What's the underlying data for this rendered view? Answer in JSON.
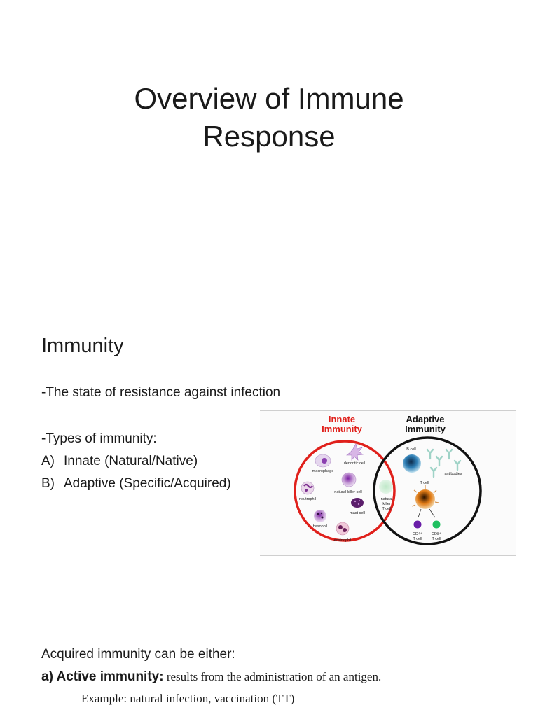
{
  "title": {
    "line1": "Overview of Immune",
    "line2": "Response"
  },
  "section": {
    "heading": "Immunity",
    "definition": "-The state of resistance against infection",
    "types_label": "-Types of immunity:",
    "types": [
      {
        "marker": "A)",
        "text": "Innate (Natural/Native)"
      },
      {
        "marker": "B)",
        "text": "Adaptive (Specific/Acquired)"
      }
    ]
  },
  "figure": {
    "innate_title": [
      "Innate",
      "Immunity"
    ],
    "adaptive_title": [
      "Adaptive",
      "Immunity"
    ],
    "innate_cells": [
      "dendritic cell",
      "macrophage",
      "neutrophil",
      "natural killer cell",
      "mast cell",
      "basophil",
      "eosinophil"
    ],
    "overlap_cell": [
      "natural",
      "killer",
      "T cell"
    ],
    "adaptive_cells": [
      "B cell",
      "antibodies",
      "T cell"
    ],
    "t_subtypes": [
      [
        "CD4⁺",
        "T cell"
      ],
      [
        "CD8⁺",
        "T cell"
      ]
    ],
    "colors": {
      "innate": "#e0201b",
      "adaptive": "#111111"
    }
  },
  "acquired": {
    "intro": "Acquired immunity can be either:",
    "active_label": "a) Active immunity:",
    "active_text": " results from the administration of an antigen.",
    "example": "Example: natural infection, vaccination (TT)"
  }
}
